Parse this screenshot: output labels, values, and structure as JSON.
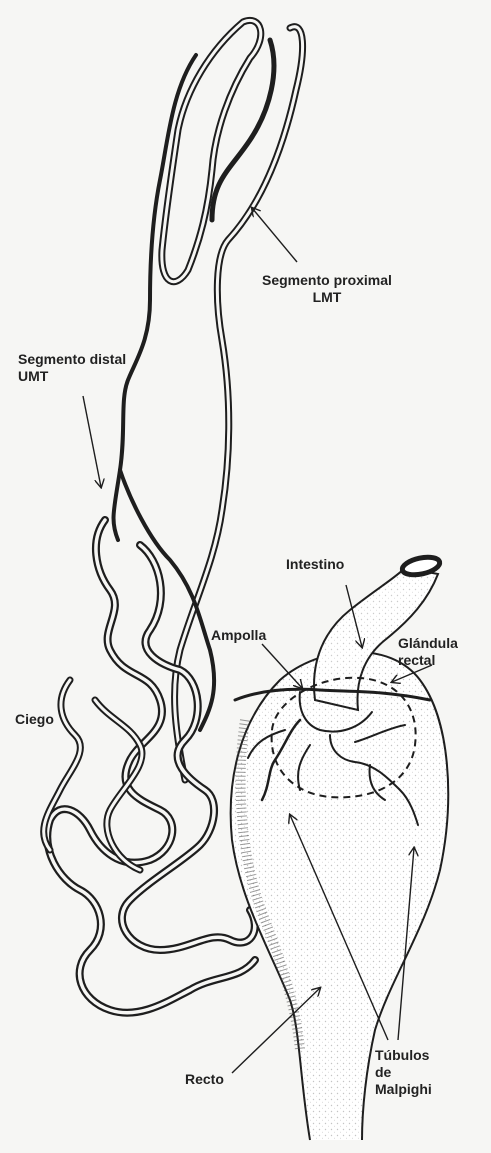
{
  "labels": {
    "segmento_proximal": [
      "Segmento proximal",
      "LMT"
    ],
    "segmento_distal": [
      "Segmento distal",
      "UMT"
    ],
    "intestino": "Intestino",
    "ampolla": "Ampolla",
    "glandula_rectal": [
      "Glándula",
      "rectal"
    ],
    "ciego": "Ciego",
    "recto": "Recto",
    "tubulos_malpighi": [
      "Túbulos",
      "de",
      "Malpighi"
    ]
  },
  "colors": {
    "ink": "#1e1e1e",
    "background": "#f6f6f4"
  }
}
